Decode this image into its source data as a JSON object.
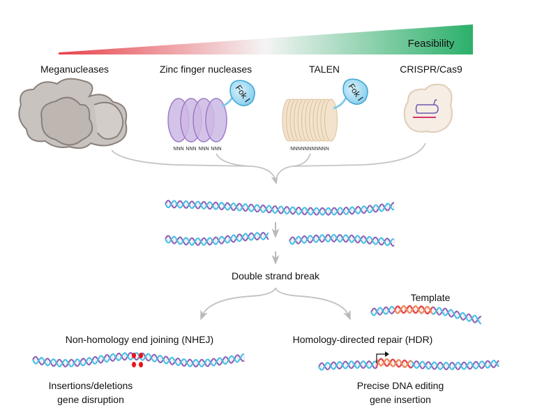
{
  "feasibility": {
    "label": "Feasibility",
    "colors": {
      "low": "#e8414a",
      "mid": "#ffffff",
      "high": "#2bb06a"
    }
  },
  "nucleases": [
    {
      "label": "Meganucleases"
    },
    {
      "label": "Zinc finger nucleases",
      "fok": "Fok I",
      "repeat": [
        "NNN",
        "NNN",
        "NNN",
        "NNN"
      ]
    },
    {
      "label": "TALEN",
      "fok": "Fok I",
      "repeat": "NNNNNNNNNNN"
    },
    {
      "label": "CRISPR/Cas9"
    }
  ],
  "dsb": {
    "label": "Double strand break"
  },
  "template": {
    "label": "Template"
  },
  "nhej": {
    "label": "Non-homology end joining (NHEJ)",
    "outcome": [
      "Insertions/deletions",
      "gene disruption"
    ]
  },
  "hdr": {
    "label": "Homology-directed repair (HDR)",
    "outcome": [
      "Precise DNA editing",
      "gene insertion"
    ]
  },
  "colors": {
    "strand_a": "#3fc0e6",
    "strand_b": "#8d5fb0",
    "insert_a": "#f08a5a",
    "insert_b": "#e8414a",
    "arrow": "#b8b8b8"
  }
}
